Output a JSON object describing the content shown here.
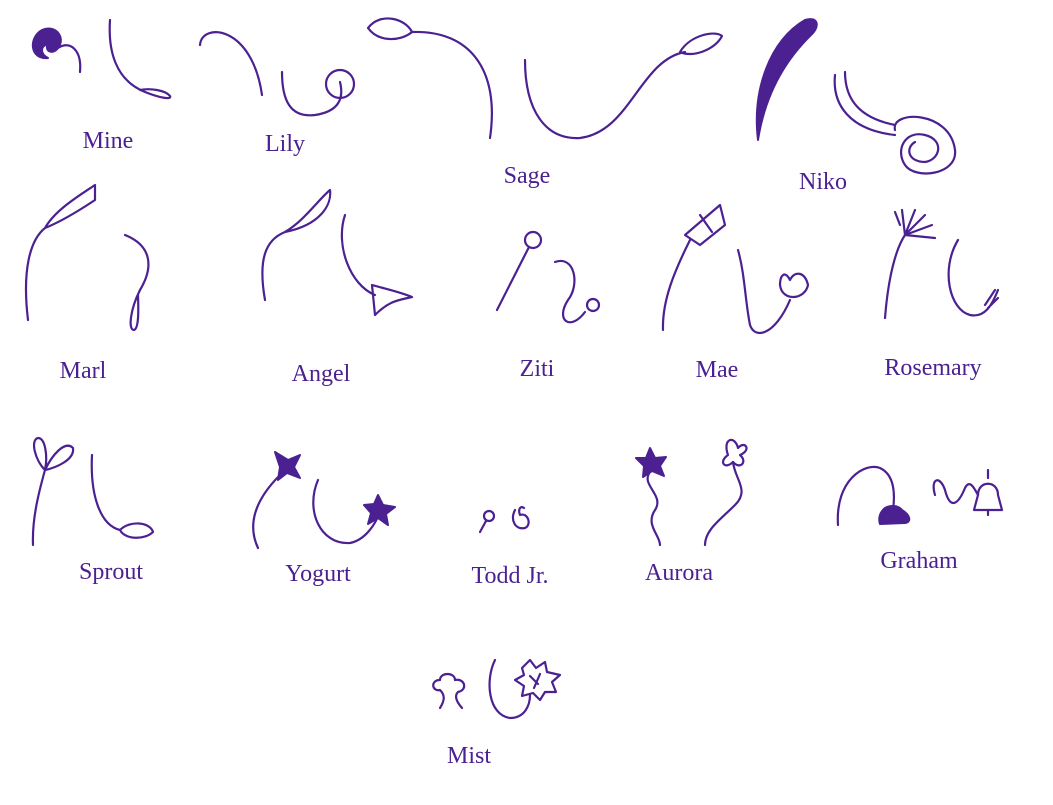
{
  "color": "#4b2192",
  "plants": [
    {
      "name": "Mine"
    },
    {
      "name": "Lily"
    },
    {
      "name": "Sage"
    },
    {
      "name": "Niko"
    },
    {
      "name": "Marl"
    },
    {
      "name": "Angel"
    },
    {
      "name": "Ziti"
    },
    {
      "name": "Mae"
    },
    {
      "name": "Rosemary"
    },
    {
      "name": "Sprout"
    },
    {
      "name": "Yogurt"
    },
    {
      "name": "Todd Jr."
    },
    {
      "name": "Aurora"
    },
    {
      "name": "Graham"
    },
    {
      "name": "Mist"
    }
  ]
}
